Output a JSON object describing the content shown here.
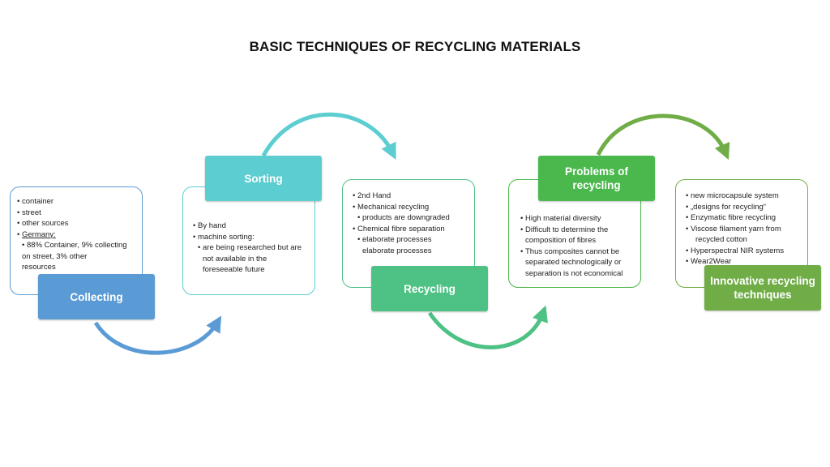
{
  "title": "BASIC TECHNIQUES OF RECYCLING MATERIALS",
  "colors": {
    "collecting": "#5b9bd5",
    "sorting": "#5ccdd0",
    "recycling": "#4ec185",
    "problems": "#4bb84d",
    "innovative": "#70ad47"
  },
  "steps": [
    {
      "label": "Collecting",
      "items": [
        "container",
        "street",
        "other sources",
        "Germany:",
        "88% Container, 9% collecting",
        "on street, 3% other",
        "resources"
      ]
    },
    {
      "label": "Sorting",
      "items": [
        "By hand",
        "machine sorting:",
        "are being researched but are",
        "not available in the",
        "foreseeable future"
      ]
    },
    {
      "label": "Recycling",
      "items": [
        "2nd Hand",
        "Mechanical recycling",
        "products are downgraded",
        "Chemical fibre separation",
        "elaborate processes",
        "elaborate processes"
      ]
    },
    {
      "label": "Problems of recycling",
      "items": [
        "High material diversity",
        "Difficult to determine the",
        "composition of fibres",
        "Thus composites cannot be",
        "separated technologically or",
        "separation is not economical"
      ]
    },
    {
      "label": "Innovative recycling techniques",
      "items": [
        "new microcapsule system",
        "„designs for recycling“",
        "Enzymatic fibre recycling",
        "Viscose filament yarn from",
        "recycled cotton",
        "Hyperspectral NIR systems",
        "Wear2Wear"
      ]
    }
  ]
}
